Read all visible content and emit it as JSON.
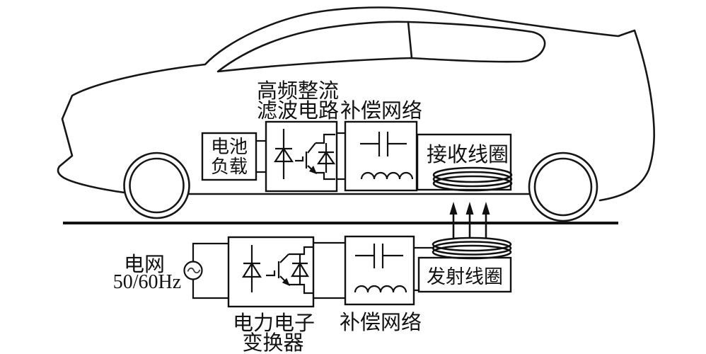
{
  "colors": {
    "ink": "#111111",
    "background": "#ffffff"
  },
  "vehicle_side": {
    "battery_load": {
      "line1": "电池",
      "line2": "负载"
    },
    "rectifier_filter": {
      "line1": "高频整流",
      "line2": "滤波电路"
    },
    "compensation": {
      "label": "补偿网络"
    },
    "receiving_coil": {
      "label": "接收线圈"
    }
  },
  "ground_side": {
    "grid": {
      "name": "电网",
      "frequency": "50/60Hz"
    },
    "converter": {
      "line1": "电力电子",
      "line2": "变换器"
    },
    "compensation": {
      "label": "补偿网络"
    },
    "transmitting_coil": {
      "label": "发射线圈"
    }
  }
}
